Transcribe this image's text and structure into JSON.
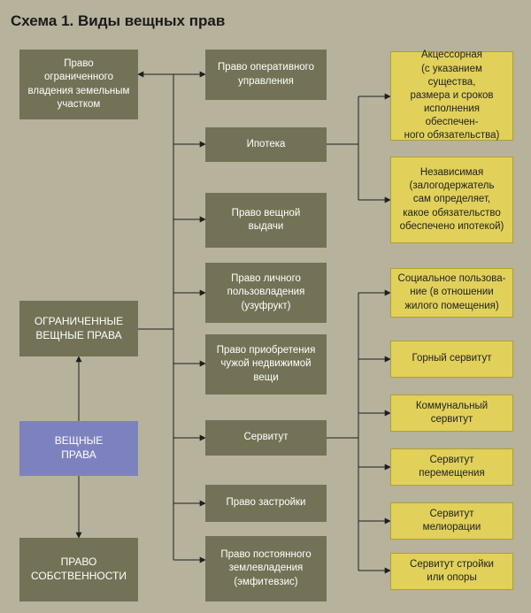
{
  "title": "Схема 1. Виды вещных прав",
  "boxes": {
    "limited_land_possession": "Право\nограниченного\nвладения земельным\nучастком",
    "limited_rights": "ОГРАНИЧЕННЫЕ\nВЕЩНЫЕ ПРАВА",
    "real_rights": "ВЕЩНЫЕ\nПРАВА",
    "ownership": "ПРАВО\nСОБСТВЕННОСТИ",
    "operational_management": "Право оперативного\nуправления",
    "mortgage": "Ипотека",
    "real_issue": "Право вещной\nвыдачи",
    "usufruct": "Право личного\nпользовладения\n(узуфрукт)",
    "acquisition": "Право приобретения\nчужой недвижимой\nвещи",
    "servitude": "Сервитут",
    "building_right": "Право застройки",
    "emphyteusis": "Право постоянного\nземлевладения\n(эмфитевзис)",
    "accessory": "Акцессорная\n(с указанием существа,\nразмера и сроков\nисполнения обеспечен-\nного обязательства)",
    "independent": "Независимая\n(залогодержатель\nсам определяет,\nкакое обязательство\nобеспечено ипотекой)",
    "social_use": "Социальное пользова-\nние (в отношении\nжилого помещения)",
    "mining": "Горный сервитут",
    "communal": "Коммунальный\nсервитут",
    "movement": "Сервитут\nперемещения",
    "melioration": "Сервитут\nмелиорации",
    "construction_support": "Сервитут стройки\nили опоры"
  },
  "colors": {
    "background": "#b6b29c",
    "dark_box": "#737256",
    "yellow_box": "#e1d15a",
    "blue_box": "#7d82bf",
    "line": "#1e1e1e"
  }
}
